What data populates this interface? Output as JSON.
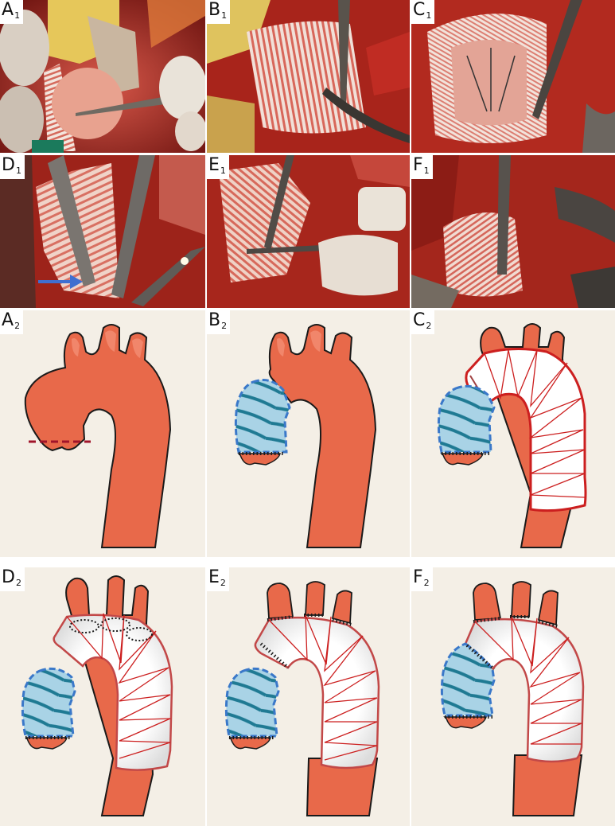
{
  "figure": {
    "rows": [
      {
        "type": "photo",
        "panels": [
          {
            "id": "A1",
            "letter": "A",
            "sub": "1",
            "description": "Intraoperative photo: opened aortic root with graft and forceps"
          },
          {
            "id": "B1",
            "letter": "B",
            "sub": "1",
            "description": "Intraoperative photo: striped Dacron graft held with clamp"
          },
          {
            "id": "C1",
            "letter": "C",
            "sub": "1",
            "description": "Intraoperative photo: graft opened with sutures inside"
          },
          {
            "id": "D1",
            "letter": "D",
            "sub": "1",
            "description": "Intraoperative photo: graft anastomosis, blue arrow pointing to suture line"
          },
          {
            "id": "E1",
            "letter": "E",
            "sub": "1",
            "description": "Intraoperative photo: graft with instruments and gauze"
          },
          {
            "id": "F1",
            "letter": "F",
            "sub": "1",
            "description": "Intraoperative photo: completed graft arch with sutures"
          }
        ]
      },
      {
        "type": "diagram",
        "panels": [
          {
            "id": "A2",
            "letter": "A",
            "sub": "2",
            "description": "Native aortic arch with dashed transection line at root"
          },
          {
            "id": "B2",
            "letter": "B",
            "sub": "2",
            "description": "Root replaced with blue graft, ascending aorta separated"
          },
          {
            "id": "C2",
            "letter": "C",
            "sub": "2",
            "description": "Arch graft (red outline, white) placed over native arch"
          },
          {
            "id": "D2",
            "letter": "D",
            "sub": "2",
            "description": "Arch graft with dotted ovals marking branch openings"
          },
          {
            "id": "E2",
            "letter": "E",
            "sub": "2",
            "description": "Branch vessels sutured to arch graft"
          },
          {
            "id": "F2",
            "letter": "F",
            "sub": "2",
            "description": "Arch graft anastomosed to root graft, complete repair"
          }
        ]
      }
    ],
    "colors": {
      "aorta": "#e8694a",
      "aorta_highlight": "#f28d73",
      "outline": "#1a1a1a",
      "graft_blue": "#a9d3e6",
      "graft_blue_dash": "#3a78c9",
      "graft_stripe": "#1f7a93",
      "arch_graft_line": "#cc1f1f",
      "cut_line": "#a0142a",
      "background": "#f4efe6",
      "arrow": "#3f6fd0"
    }
  }
}
